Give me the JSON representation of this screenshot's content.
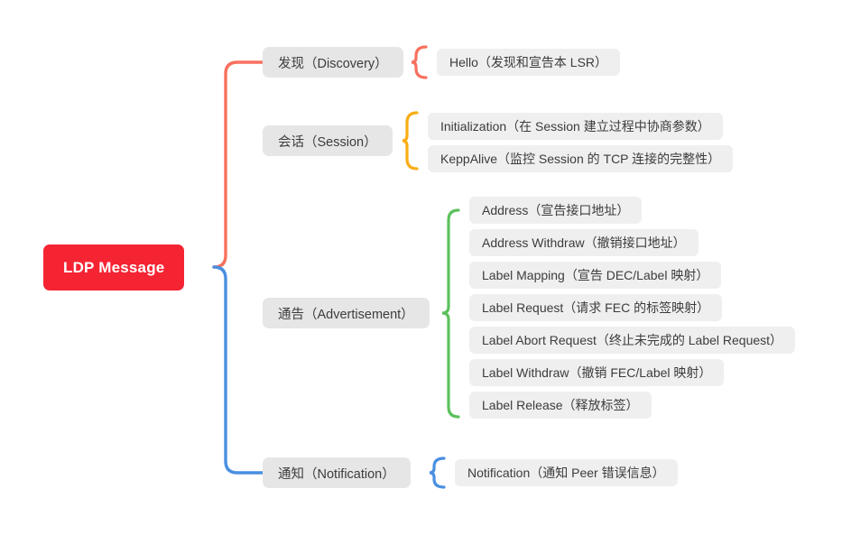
{
  "diagram": {
    "type": "mindmap",
    "orientation": "left-to-right",
    "root": {
      "label": "LDP Message",
      "color": "#F52433",
      "text_color": "#FFFFFF"
    },
    "branches": [
      {
        "label": "发现（Discovery）",
        "brace_color": "#F9705F",
        "children": [
          "Hello（发现和宣告本 LSR）"
        ]
      },
      {
        "label": "会话（Session）",
        "brace_color": "#FAAD14",
        "children": [
          "Initialization（在 Session 建立过程中协商参数）",
          "KeppAlive（监控 Session 的 TCP 连接的完整性）"
        ]
      },
      {
        "label": "通告（Advertisement）",
        "brace_color": "#5CC15C",
        "children": [
          "Address（宣告接口地址）",
          "Address Withdraw（撤销接口地址）",
          "Label Mapping（宣告 DEC/Label 映射）",
          "Label Request（请求 FEC 的标签映射）",
          "Label Abort Request（终止未完成的 Label Request）",
          "Label Withdraw（撤销 FEC/Label 映射）",
          "Label Release（释放标签）"
        ]
      },
      {
        "label": "通知（Notification）",
        "brace_color": "#4A8FE0",
        "children": [
          "Notification（通知 Peer 错误信息）"
        ]
      }
    ],
    "trunk": {
      "upper_color": "#F9705F",
      "lower_color": "#4A8FE0"
    },
    "node_style": {
      "category_background": "#E6E6E6",
      "leaf_background": "#EFEFEF",
      "text_color": "#3C3C3C",
      "canvas_background": "#FFFFFF"
    }
  }
}
